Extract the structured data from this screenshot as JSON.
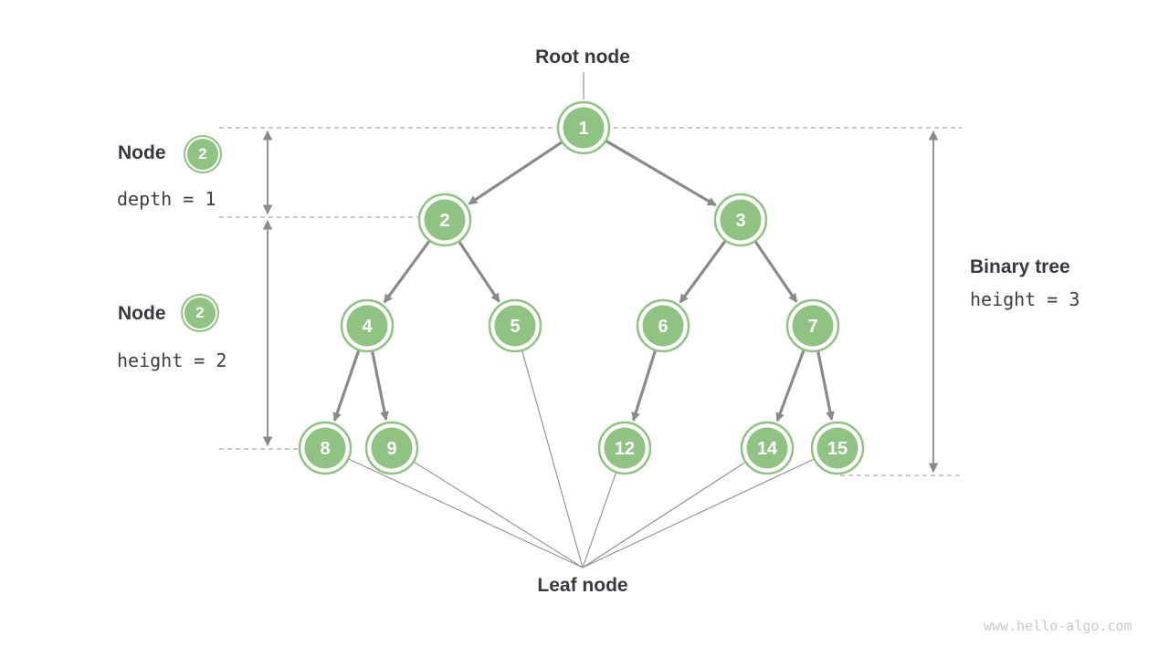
{
  "colors": {
    "node_green": "#8FC283",
    "node_text": "#FFFFFF",
    "edge_gray": "#8A8A8A",
    "dashed_gray": "#ABABAB",
    "text_dark": "#37393F",
    "watermark_gray": "#C9C9C9"
  },
  "labels": {
    "root_node": "Root node",
    "leaf_node": "Leaf node",
    "binary_tree_title": "Binary tree",
    "binary_tree_sub": "height = 3",
    "depth_title": "Node",
    "depth_badge": "2",
    "depth_sub": "depth = 1",
    "height_title": "Node",
    "height_badge": "2",
    "height_sub": "height = 2",
    "watermark": "www.hello-algo.com"
  },
  "tree": {
    "nodes": [
      {
        "id": "1",
        "value": "1"
      },
      {
        "id": "2",
        "value": "2"
      },
      {
        "id": "3",
        "value": "3"
      },
      {
        "id": "4",
        "value": "4"
      },
      {
        "id": "5",
        "value": "5"
      },
      {
        "id": "6",
        "value": "6"
      },
      {
        "id": "7",
        "value": "7"
      },
      {
        "id": "8",
        "value": "8"
      },
      {
        "id": "9",
        "value": "9"
      },
      {
        "id": "12",
        "value": "12"
      },
      {
        "id": "14",
        "value": "14"
      },
      {
        "id": "15",
        "value": "15"
      }
    ],
    "edges": [
      [
        "1",
        "2"
      ],
      [
        "1",
        "3"
      ],
      [
        "2",
        "4"
      ],
      [
        "2",
        "5"
      ],
      [
        "3",
        "6"
      ],
      [
        "3",
        "7"
      ],
      [
        "4",
        "8"
      ],
      [
        "4",
        "9"
      ],
      [
        "6",
        "12"
      ],
      [
        "7",
        "14"
      ],
      [
        "7",
        "15"
      ]
    ],
    "leaf_ids": [
      "8",
      "9",
      "5",
      "12",
      "14",
      "15"
    ]
  }
}
